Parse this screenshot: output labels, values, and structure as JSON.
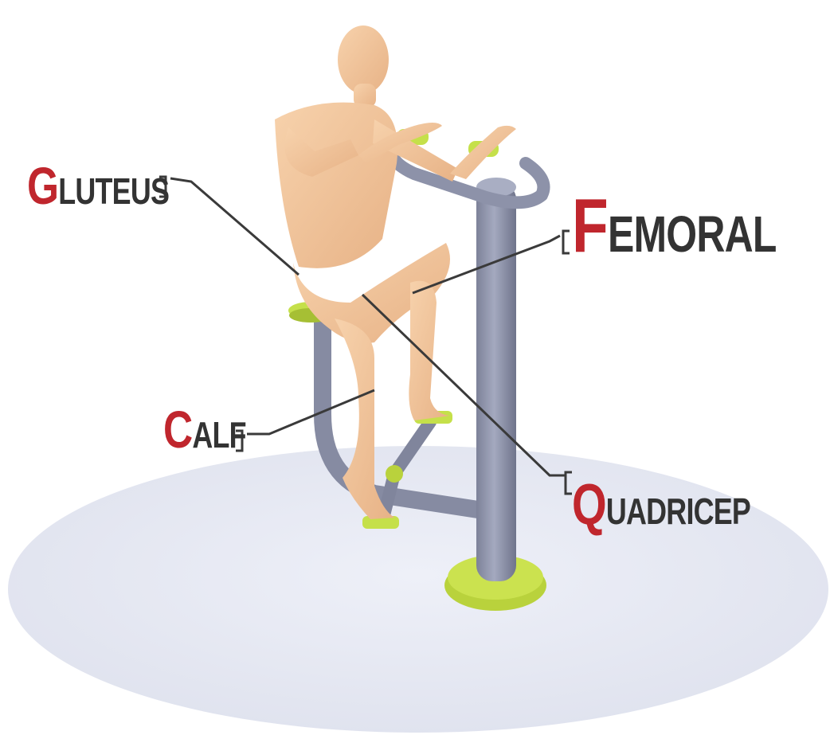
{
  "labels": {
    "gluteus": {
      "initial": "G",
      "rest": "LUTEUS"
    },
    "femoral": {
      "initial": "F",
      "rest": "EMORAL"
    },
    "calf": {
      "initial": "C",
      "rest": "ALF"
    },
    "quadricep": {
      "initial": "Q",
      "rest": "UADRICEP"
    }
  },
  "colors": {
    "label_initial": "#c0262d",
    "label_text": "#333333",
    "skin": "#f3c49a",
    "equipment_gray": "#8e93aa",
    "accent_green": "#c5e04a",
    "ground": "#e6e8f3"
  }
}
